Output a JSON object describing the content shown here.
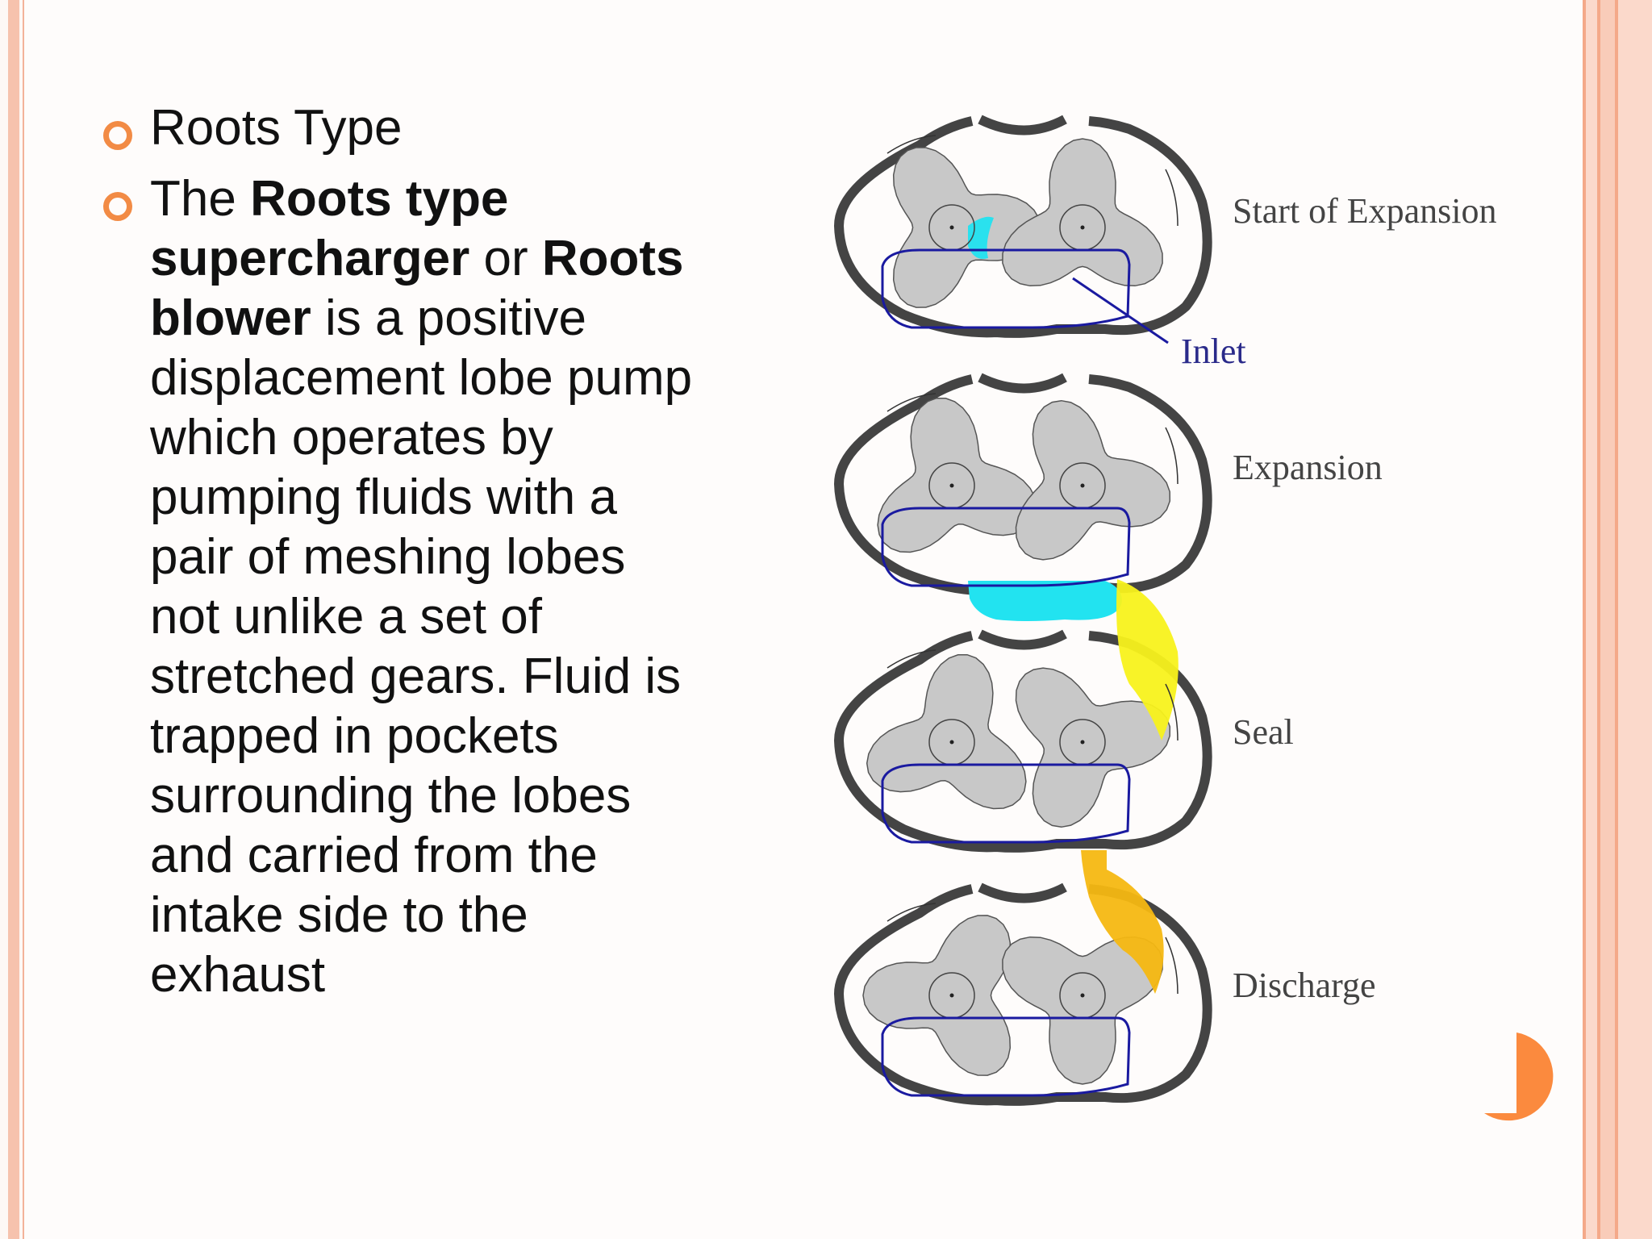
{
  "slide": {
    "bullets": [
      {
        "text": "Roots Type"
      },
      {
        "parts": [
          "The ",
          "Roots type supercharger",
          " or ",
          "Roots blower",
          " is a positive displacement lobe pump which operates by pumping fluids with a pair of meshing lobes not unlike a set of stretched gears. Fluid is trapped in pockets surrounding the lobes and carried from the intake side to the exhaust"
        ]
      }
    ],
    "bullet_color": "#f28b45"
  },
  "figure": {
    "stages": [
      {
        "label": "Start of Expansion",
        "fill_color": "#22e3f0"
      },
      {
        "label": "Expansion",
        "fill_color": "#22e3f0"
      },
      {
        "label": "Seal",
        "fill_color": "#f8f21c"
      },
      {
        "label": "Discharge",
        "fill_color": "#f6b812"
      }
    ],
    "inlet_label": "Inlet",
    "lobe_color": "#c8c8c8",
    "housing_color": "#444444",
    "inlet_line_color": "#1a1aa0"
  },
  "decoration": {
    "accent": "#fb8a3e"
  }
}
